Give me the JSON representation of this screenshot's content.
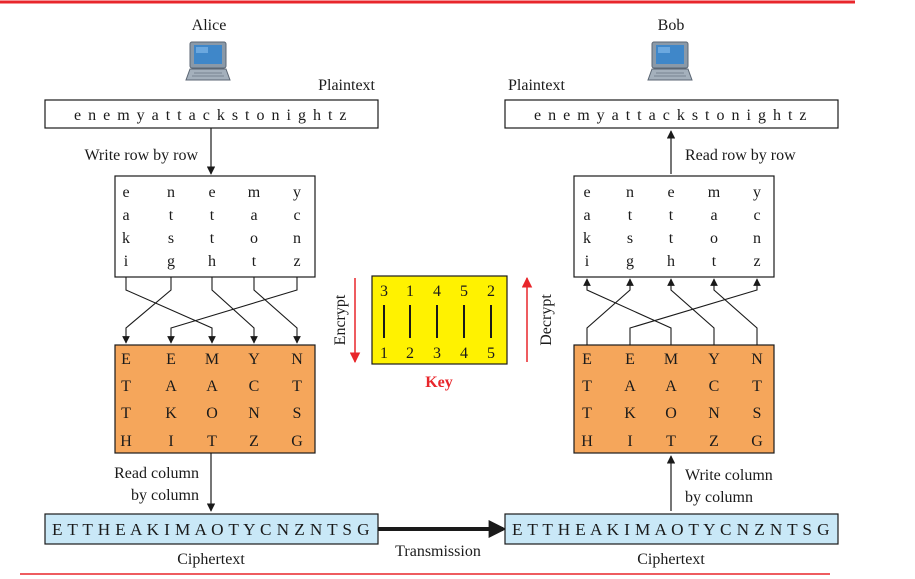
{
  "alice": {
    "name": "Alice",
    "plaintext_label": "Plaintext",
    "plaintext": "e n e m y a t t a c k s t o n i g h t z",
    "write_label": "Write row by row",
    "read_col_line1": "Read column",
    "read_col_line2": "by column",
    "ciphertext_label": "Ciphertext",
    "ciphertext": "E T T H E A K I M A O T Y C N Z N T S G"
  },
  "bob": {
    "name": "Bob",
    "plaintext_label": "Plaintext",
    "plaintext": "e n e m y a t t a c k s t o n i g h t z",
    "read_label": "Read row by row",
    "write_col_line1": "Write column",
    "write_col_line2": "by column",
    "ciphertext_label": "Ciphertext",
    "ciphertext": "E T T H E A K I M A O T Y C N Z N T S G"
  },
  "transmission_label": "Transmission",
  "plain_grid": [
    [
      "e",
      "n",
      "e",
      "m",
      "y"
    ],
    [
      "a",
      "t",
      "t",
      "a",
      "c"
    ],
    [
      "k",
      "s",
      "t",
      "o",
      "n"
    ],
    [
      "i",
      "g",
      "h",
      "t",
      "z"
    ]
  ],
  "cipher_grid": [
    [
      "E",
      "E",
      "M",
      "Y",
      "N"
    ],
    [
      "T",
      "A",
      "A",
      "C",
      "T"
    ],
    [
      "T",
      "K",
      "O",
      "N",
      "S"
    ],
    [
      "H",
      "I",
      "T",
      "Z",
      "G"
    ]
  ],
  "key": {
    "label": "Key",
    "top": [
      "3",
      "1",
      "4",
      "5",
      "2"
    ],
    "bottom": [
      "1",
      "2",
      "3",
      "4",
      "5"
    ],
    "encrypt_label": "Encrypt",
    "decrypt_label": "Decrypt"
  },
  "colors": {
    "accent_red": "#e8262b",
    "grid_orange": "#f5a65b",
    "key_yellow": "#fff200",
    "cipher_blue": "#c9e8f7",
    "line": "#1a1a1a"
  }
}
